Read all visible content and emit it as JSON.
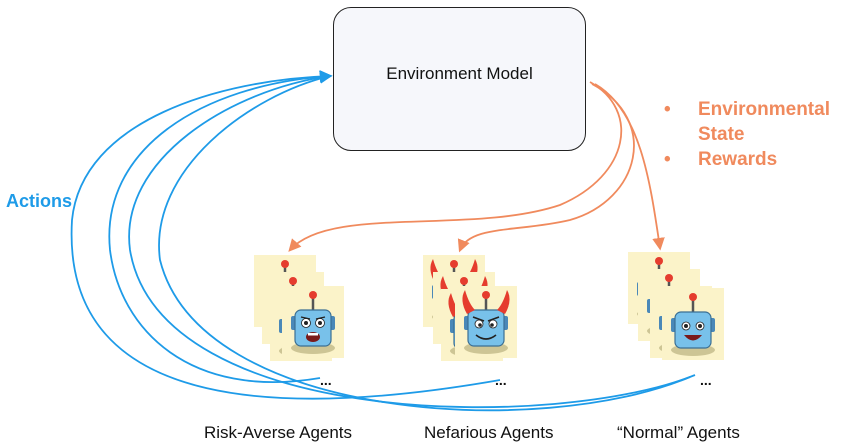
{
  "environment": {
    "title": "Environment Model"
  },
  "actions_label": "Actions",
  "outputs": [
    {
      "bullet": "•",
      "label": "Environmental State"
    },
    {
      "bullet": "•",
      "label": "Rewards"
    }
  ],
  "agent_groups": [
    {
      "label": "Risk-Averse Agents",
      "ellipsis": "..."
    },
    {
      "label": "Nefarious Agents",
      "ellipsis": "..."
    },
    {
      "label": "“Normal” Agents",
      "ellipsis": "..."
    }
  ],
  "colors": {
    "actions": "#1e9be8",
    "outputs": "#f08a5d",
    "card": "#fbf3c9",
    "robot": "#78c1ea",
    "horns": "#e53c2e"
  }
}
